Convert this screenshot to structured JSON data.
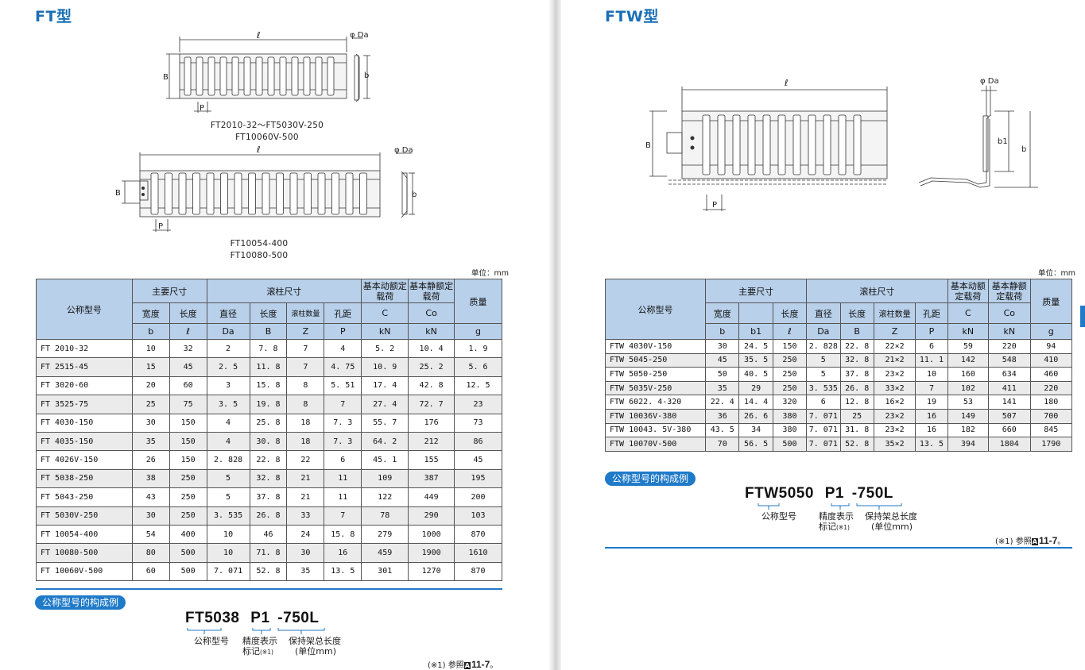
{
  "left": {
    "title": "FT型",
    "caption1": [
      "FT2010-32〜FT5030V-250",
      "FT10060V-500"
    ],
    "caption2": [
      "FT10054-400",
      "FT10080-500"
    ],
    "dim_labels": {
      "l": "ℓ",
      "da": "φ Da",
      "b": "b",
      "B": "B",
      "P": "P"
    },
    "unit": "单位：mm",
    "table": {
      "h_model": "公称型号",
      "h_main": "主要尺寸",
      "h_roller": "滚柱尺寸",
      "h_dyn": "基本动额定载荷",
      "h_stat": "基本静额定载荷",
      "h_mass": "质量",
      "sub": [
        "宽度",
        "长度",
        "直径",
        "长度",
        "滚柱数量",
        "孔距"
      ],
      "sym": [
        "b",
        "ℓ",
        "Da",
        "B",
        "Z",
        "P",
        "C",
        "Co"
      ],
      "units": [
        "kN",
        "kN",
        "g"
      ],
      "rows": [
        [
          "FT 2010-32",
          "10",
          "32",
          "2",
          "7. 8",
          "7",
          "4",
          "5. 2",
          "10. 4",
          "1. 9"
        ],
        [
          "FT 2515-45",
          "15",
          "45",
          "2. 5",
          "11. 8",
          "7",
          "4. 75",
          "10. 9",
          "25. 2",
          "5. 6"
        ],
        [
          "FT 3020-60",
          "20",
          "60",
          "3",
          "15. 8",
          "8",
          "5. 51",
          "17. 4",
          "42. 8",
          "12. 5"
        ],
        [
          "FT 3525-75",
          "25",
          "75",
          "3. 5",
          "19. 8",
          "8",
          "7",
          "27. 4",
          "72. 7",
          "23"
        ],
        [
          "FT 4030-150",
          "30",
          "150",
          "4",
          "25. 8",
          "18",
          "7. 3",
          "55. 7",
          "176",
          "73"
        ],
        [
          "FT 4035-150",
          "35",
          "150",
          "4",
          "30. 8",
          "18",
          "7. 3",
          "64. 2",
          "212",
          "86"
        ],
        [
          "FT 4026V-150",
          "26",
          "150",
          "2. 828",
          "22. 8",
          "22",
          "6",
          "45. 1",
          "155",
          "45"
        ],
        [
          "FT 5038-250",
          "38",
          "250",
          "5",
          "32. 8",
          "21",
          "11",
          "109",
          "387",
          "195"
        ],
        [
          "FT 5043-250",
          "43",
          "250",
          "5",
          "37. 8",
          "21",
          "11",
          "122",
          "449",
          "200"
        ],
        [
          "FT 5030V-250",
          "30",
          "250",
          "3. 535",
          "26. 8",
          "33",
          "7",
          "78",
          "290",
          "103"
        ],
        [
          "FT 10054-400",
          "54",
          "400",
          "10",
          "46",
          "24",
          "15. 8",
          "279",
          "1000",
          "870"
        ],
        [
          "FT 10080-500",
          "80",
          "500",
          "10",
          "71. 8",
          "30",
          "16",
          "459",
          "1900",
          "1610"
        ],
        [
          "FT 10060V-500",
          "60",
          "500",
          "7. 071",
          "52. 8",
          "35",
          "13. 5",
          "301",
          "1270",
          "870"
        ]
      ]
    },
    "example": {
      "pill": "公称型号的构成例",
      "code_model": "FT5038",
      "code_p": "P1",
      "code_len": "-750L",
      "lbl_model": "公称型号",
      "lbl_p1": "精度表示",
      "lbl_p2": "标记",
      "lbl_p_note": "(※1)",
      "lbl_len1": "保持架总长度",
      "lbl_len2": "(单位mm)",
      "ref_pre": "(※1) 参照",
      "ref_box": "A",
      "ref_num": "11-7",
      "ref_post": "。"
    }
  },
  "right": {
    "title": "FTW型",
    "dim_labels": {
      "l": "ℓ",
      "da": "φ Da",
      "b": "b",
      "b1": "b1",
      "B": "B",
      "P": "P"
    },
    "unit": "单位：mm",
    "table": {
      "h_model": "公称型号",
      "h_main": "主要尺寸",
      "h_roller": "滚柱尺寸",
      "h_dyn": "基本动额定载荷",
      "h_stat": "基本静额定载荷",
      "h_mass": "质量",
      "sub": [
        "宽度",
        "长度",
        "直径",
        "长度",
        "滚柱数量",
        "孔距"
      ],
      "sym": [
        "b",
        "b1",
        "ℓ",
        "Da",
        "B",
        "Z",
        "P",
        "C",
        "Co"
      ],
      "units": [
        "kN",
        "kN",
        "g"
      ],
      "rows": [
        [
          "FTW 4030V-150",
          "30",
          "24. 5",
          "150",
          "2. 828",
          "22. 8",
          "22×2",
          "6",
          "59",
          "220",
          "94"
        ],
        [
          "FTW 5045-250",
          "45",
          "35. 5",
          "250",
          "5",
          "32. 8",
          "21×2",
          "11. 1",
          "142",
          "548",
          "410"
        ],
        [
          "FTW 5050-250",
          "50",
          "40. 5",
          "250",
          "5",
          "37. 8",
          "23×2",
          "10",
          "160",
          "634",
          "460"
        ],
        [
          "FTW 5035V-250",
          "35",
          "29",
          "250",
          "3. 535",
          "26. 8",
          "33×2",
          "7",
          "102",
          "411",
          "220"
        ],
        [
          "FTW 6022. 4-320",
          "22. 4",
          "14. 4",
          "320",
          "6",
          "12. 8",
          "16×2",
          "19",
          "53",
          "141",
          "180"
        ],
        [
          "FTW 10036V-380",
          "36",
          "26. 6",
          "380",
          "7. 071",
          "25",
          "23×2",
          "16",
          "149",
          "507",
          "700"
        ],
        [
          "FTW 10043. 5V-380",
          "43. 5",
          "34",
          "380",
          "7. 071",
          "31. 8",
          "23×2",
          "16",
          "182",
          "660",
          "845"
        ],
        [
          "FTW 10070V-500",
          "70",
          "56. 5",
          "500",
          "7. 071",
          "52. 8",
          "35×2",
          "13. 5",
          "394",
          "1804",
          "1790"
        ]
      ]
    },
    "example": {
      "pill": "公称型号的构成例",
      "code_model": "FTW5050",
      "code_p": "P1",
      "code_len": "-750L",
      "lbl_model": "公称型号",
      "lbl_p1": "精度表示",
      "lbl_p2": "标记",
      "lbl_p_note": "(※1)",
      "lbl_len1": "保持架总长度",
      "lbl_len2": "(单位mm)",
      "ref_pre": "(※1) 参照",
      "ref_box": "A",
      "ref_num": "11-7",
      "ref_post": "。"
    }
  }
}
